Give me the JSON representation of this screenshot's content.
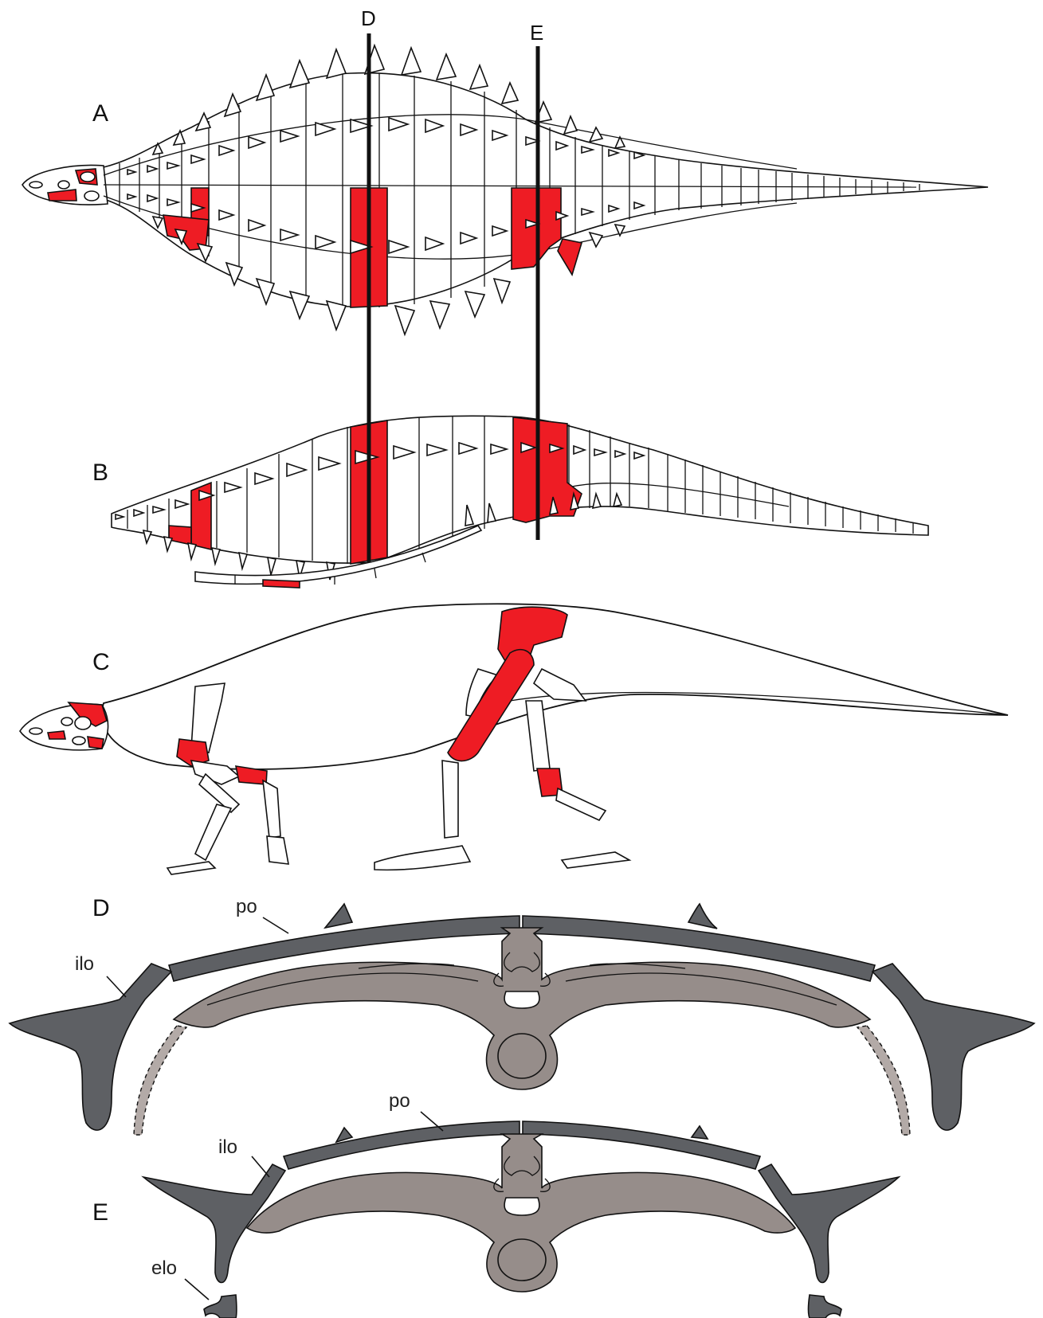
{
  "panels": {
    "a": {
      "letter": "A"
    },
    "b": {
      "letter": "B"
    },
    "c": {
      "letter": "C"
    },
    "d": {
      "letter": "D",
      "labels": {
        "po": "po",
        "ilo": "ilo"
      }
    },
    "e": {
      "letter": "E",
      "labels": {
        "po": "po",
        "ilo": "ilo",
        "elo": "elo"
      }
    }
  },
  "section_lines": {
    "d": "D",
    "e": "E"
  },
  "colors": {
    "preserved": "#ee1c24",
    "osteoderm_dark": "#5e6064",
    "bone_grey": "#968d8a",
    "outline": "#111111"
  }
}
